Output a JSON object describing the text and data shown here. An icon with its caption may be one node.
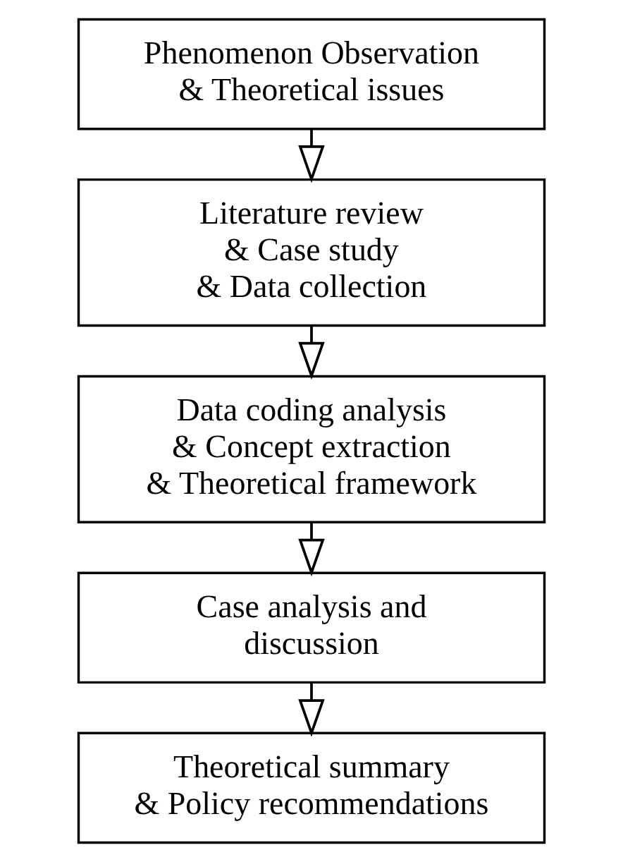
{
  "diagram": {
    "nodes": [
      {
        "text": [
          "Phenomenon Observation & Theoretical issues"
        ]
      },
      {
        "text": [
          "Literature review & Case study & Data collection"
        ]
      },
      {
        "text": [
          "Data coding analysis & Concept extraction & Theoretical framework"
        ]
      },
      {
        "text": [
          "Case analysis and discussion"
        ]
      },
      {
        "text": [
          "Theoretical summary & Policy recommendations"
        ]
      }
    ],
    "edges": [
      {
        "from": 0,
        "to": 1,
        "arrow": "to"
      },
      {
        "from": 1,
        "to": 2,
        "arrow": "to"
      },
      {
        "from": 2,
        "to": 3,
        "arrow": "to"
      },
      {
        "from": 3,
        "to": 4,
        "arrow": "to"
      }
    ]
  }
}
